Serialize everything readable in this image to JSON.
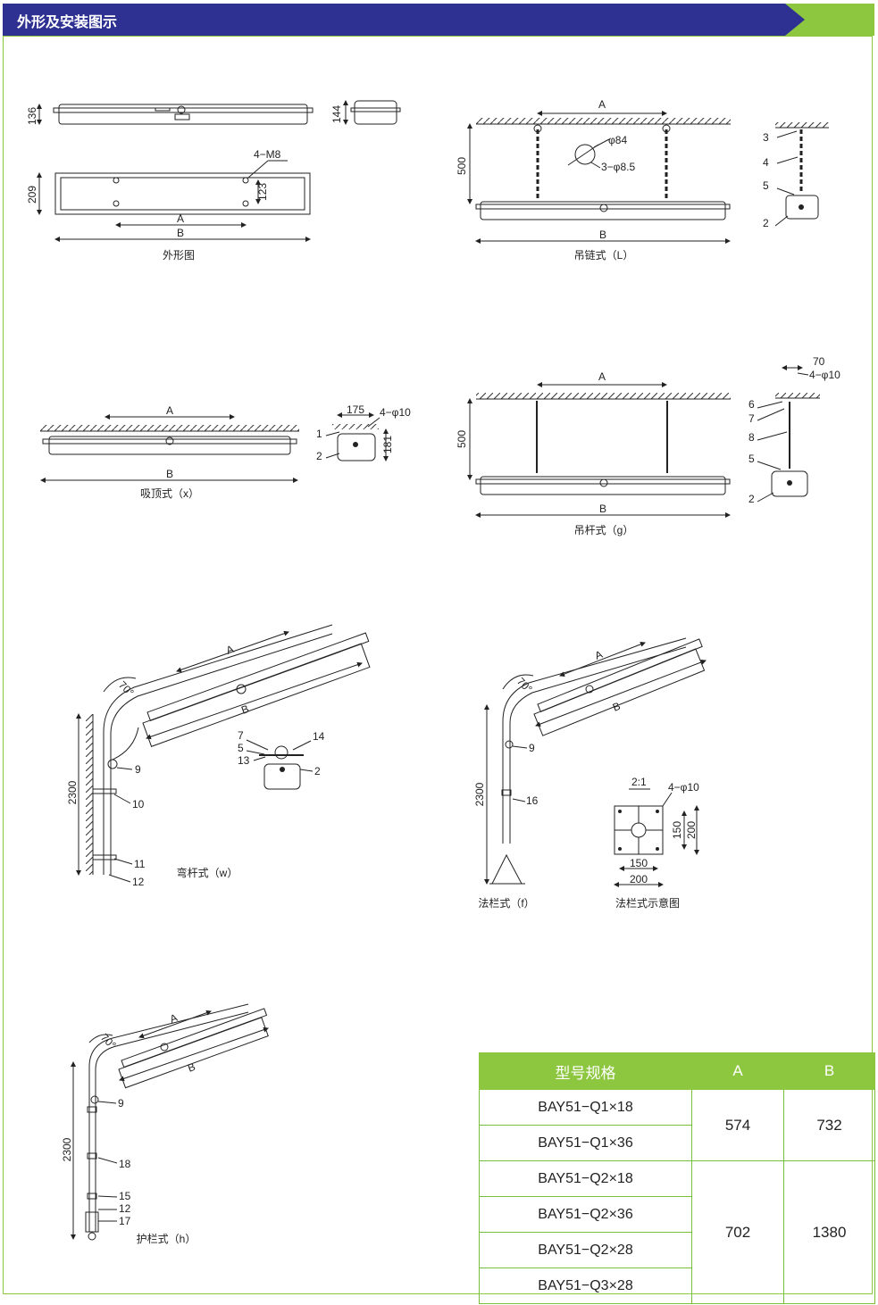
{
  "header": {
    "title": "外形及安装图示",
    "color_blue": "#2e3192",
    "color_green": "#8dc63f"
  },
  "drawings": {
    "outline": {
      "caption": "外形图",
      "dims": [
        "136",
        "144",
        "209",
        "4−M8",
        "123",
        "A",
        "B"
      ]
    },
    "chain": {
      "caption": "吊链式（L）",
      "dims": [
        "A",
        "500",
        "B",
        "φ84",
        "3−φ8.5"
      ],
      "parts": [
        "3",
        "4",
        "5",
        "2"
      ]
    },
    "ceiling": {
      "caption": "吸顶式（x）",
      "dims": [
        "A",
        "B",
        "175",
        "4−φ10",
        "181"
      ],
      "parts": [
        "1",
        "2"
      ]
    },
    "rod": {
      "caption": "吊杆式（g）",
      "dims": [
        "A",
        "500",
        "B",
        "70",
        "4−φ10"
      ],
      "parts": [
        "6",
        "7",
        "8",
        "5",
        "2"
      ]
    },
    "bend": {
      "caption": "弯杆式（w）",
      "dims": [
        "A",
        "B",
        "70°",
        "2300"
      ],
      "parts": [
        "7",
        "5",
        "13",
        "14",
        "2",
        "9",
        "10",
        "11",
        "12"
      ]
    },
    "flange": {
      "caption": "法栏式（f）",
      "dims": [
        "A",
        "B",
        "70°",
        "2300"
      ],
      "parts": [
        "9",
        "16"
      ]
    },
    "flange_plate": {
      "caption": "法栏式示意图",
      "scale": "2:1",
      "dims": [
        "4−φ10",
        "150",
        "200",
        "150",
        "200"
      ]
    },
    "guard": {
      "caption": "护栏式（h）",
      "dims": [
        "A",
        "B",
        "70°",
        "2300"
      ],
      "parts": [
        "9",
        "18",
        "15",
        "12",
        "17"
      ]
    }
  },
  "spec_table": {
    "headers": [
      "型号规格",
      "A",
      "B"
    ],
    "groups": [
      {
        "models": [
          "BAY51−Q1×18",
          "BAY51−Q1×36"
        ],
        "A": "574",
        "B": "732"
      },
      {
        "models": [
          "BAY51−Q2×18",
          "BAY51−Q2×36",
          "BAY51−Q2×28",
          "BAY51−Q3×28"
        ],
        "A": "702",
        "B": "1380"
      }
    ]
  }
}
